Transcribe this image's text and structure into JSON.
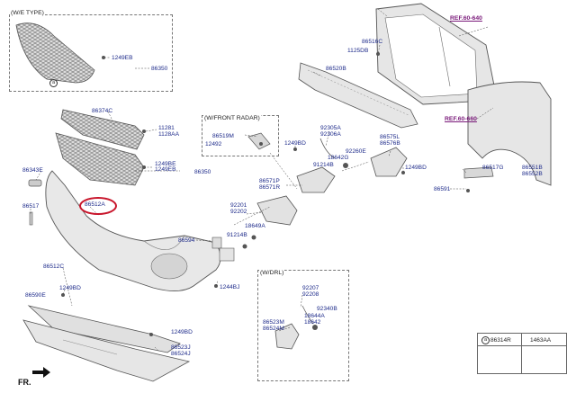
{
  "boxes": {
    "we_type": "(W/E TYPE)",
    "front_radar": "(W/FRONT RADAR)",
    "drl": "(W/DRL)"
  },
  "refs": {
    "ref_640": "REF.60-640",
    "ref_660": "REF.60-660"
  },
  "labels": {
    "l_1249EB_top": "1249EB",
    "l_86350_top": "86350",
    "l_a_top": "a",
    "l_86374C": "86374C",
    "l_11281": "11281",
    "l_1128AA": "1128AA",
    "l_1249BE": "1249BE",
    "l_1249EB": "1249EB",
    "l_86350": "86350",
    "l_86343E": "86343E",
    "l_86512A": "86512A",
    "l_86517": "86517",
    "l_86594": "86594",
    "l_86512C": "86512C",
    "l_1249BD_l": "1249BD",
    "l_86590E": "86590E",
    "l_1244BJ": "1244BJ",
    "l_1249BD_b": "1249BD",
    "l_86523J": "86523J",
    "l_86524J": "86524J",
    "l_86519M": "86519M",
    "l_12492": "12492",
    "l_1249BD_m": "1249BD",
    "l_92305A": "92305A",
    "l_92306A": "92306A",
    "l_18642G": "18642G",
    "l_92260E": "92260E",
    "l_91214B_a": "91214B",
    "l_86571P": "86571P",
    "l_86571R": "86571R",
    "l_92201": "92201",
    "l_92202": "92202",
    "l_18649A": "18649A",
    "l_91214B_b": "91214B",
    "l_86575L": "86575L",
    "l_86576B": "86576B",
    "l_1249BD_r": "1249BD",
    "l_86516C": "86516C",
    "l_1125DB": "1125DB",
    "l_86520B": "86520B",
    "l_86517G": "86517G",
    "l_86551B": "86551B",
    "l_86552B": "86552B",
    "l_86591": "86591",
    "l_92207": "92207",
    "l_92208": "92208",
    "l_92340B": "92340B",
    "l_18644A": "18644A",
    "l_18642": "18642",
    "l_86523M": "86523M",
    "l_86524M": "86524M"
  },
  "legend": {
    "marker": "a",
    "part1": "86314R",
    "part2": "1463AA"
  },
  "direction": "FR.",
  "colors": {
    "label": "#1d2a8a",
    "ref": "#7a1a7a",
    "highlight": "#c8142a",
    "part_fill": "#e8e8e8",
    "part_stroke": "#555555"
  }
}
